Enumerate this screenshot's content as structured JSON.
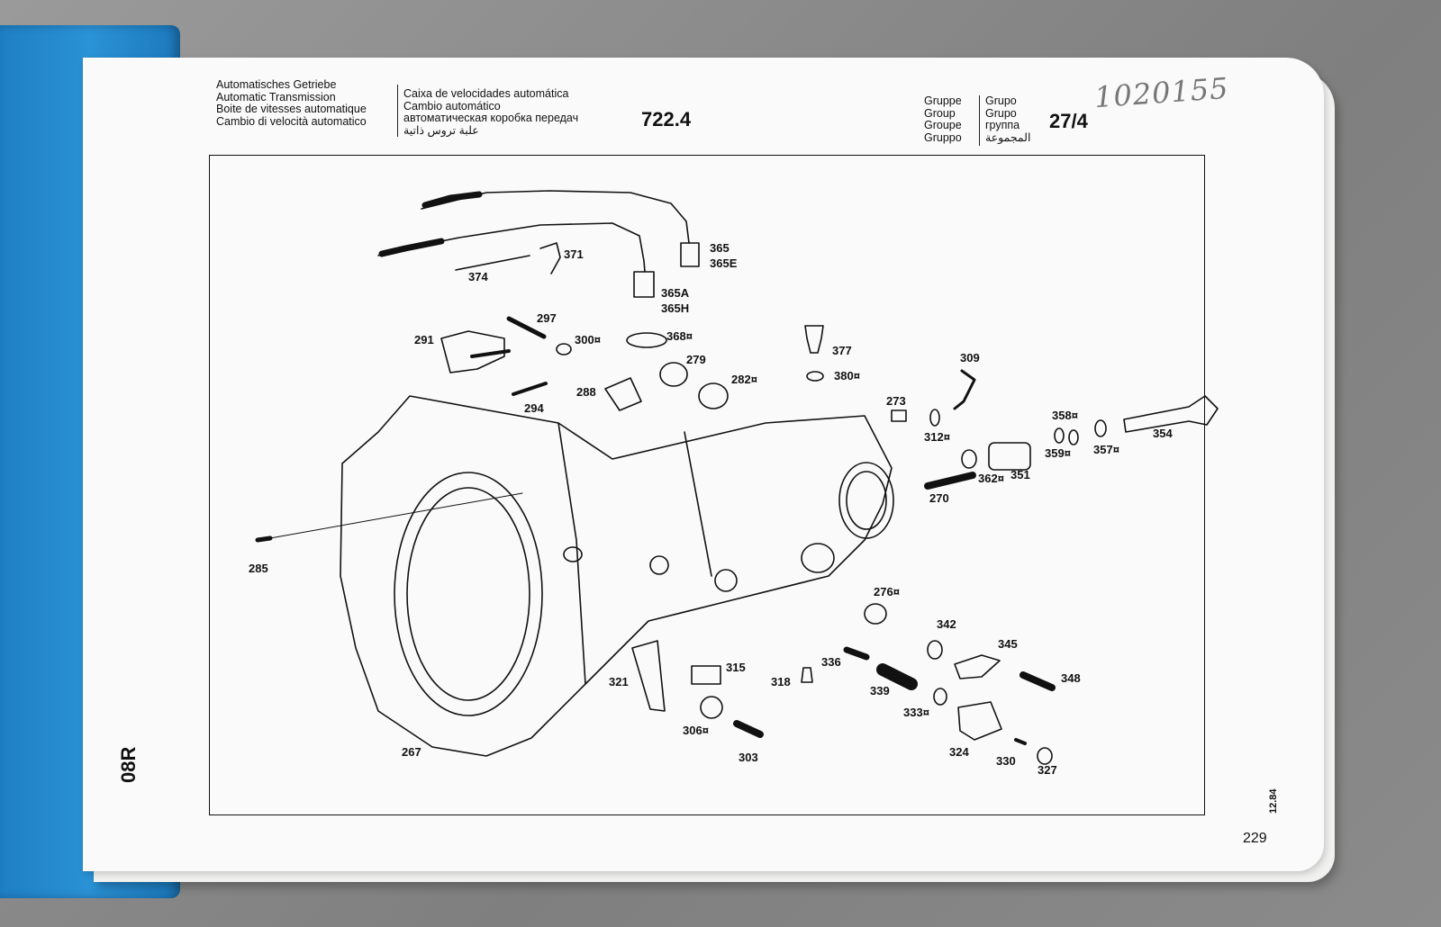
{
  "header": {
    "left_lines": [
      "Automatisches Getriebe",
      "Automatic Transmission",
      "Boite de vitesses automatique",
      "Cambio di velocità automatico"
    ],
    "mid_lines": [
      "Caixa de velocidades automática",
      "Cambio automático",
      "автоматическая коробка передач",
      "علبة تروس ذاتية"
    ],
    "model": "722.4",
    "group_col1": [
      "Gruppe",
      "Group",
      "Groupe",
      "Gruppo"
    ],
    "group_col2": [
      "Grupo",
      "Grupo",
      "группа",
      "المجموعة"
    ],
    "group_number": "27/4"
  },
  "handwritten_note": "1020155",
  "side_code": "08R",
  "date_code": "12.84",
  "page_number": "229",
  "parts": {
    "p365": "365",
    "p365e": "365E",
    "p371": "371",
    "p374": "374",
    "p365a": "365A",
    "p365h": "365H",
    "p297": "297",
    "p291": "291",
    "p300": "300¤",
    "p368": "368¤",
    "p279": "279",
    "p282": "282¤",
    "p294": "294",
    "p288": "288",
    "p377": "377",
    "p380": "380¤",
    "p309": "309",
    "p273": "273",
    "p312": "312¤",
    "p358": "358¤",
    "p359": "359¤",
    "p357": "357¤",
    "p354": "354",
    "p362": "362¤",
    "p351": "351",
    "p270": "270",
    "p285": "285",
    "p276": "276¤",
    "p342": "342",
    "p345": "345",
    "p348": "348",
    "p315": "315",
    "p321": "321",
    "p318": "318",
    "p336": "336",
    "p339": "339",
    "p333": "333¤",
    "p306": "306¤",
    "p303": "303",
    "p324": "324",
    "p330": "330",
    "p327": "327",
    "p267": "267"
  }
}
